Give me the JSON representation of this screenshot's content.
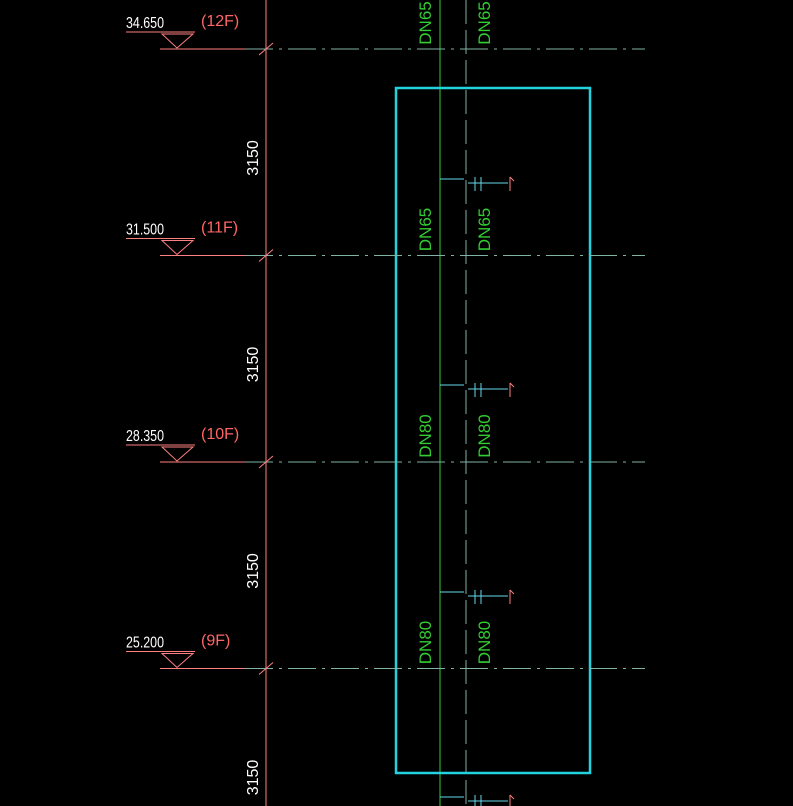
{
  "colors": {
    "background": "#000000",
    "elevation": "#ff8080",
    "floor_label": "#ff6666",
    "floor_line": "#7fb3a6",
    "pipe_line": "#33cc33",
    "pipe_text": "#33cc33",
    "selection_box": "#22d3dd",
    "branch": "#66d9e8"
  },
  "levels": [
    {
      "elevation": "34.650",
      "floor": "(12F)"
    },
    {
      "elevation": "31.500",
      "floor": "(11F)"
    },
    {
      "elevation": "28.350",
      "floor": "(10F)"
    },
    {
      "elevation": "25.200",
      "floor": "(9F)"
    }
  ],
  "dimensions": [
    "3150",
    "3150",
    "3150",
    "3150"
  ],
  "pipe_labels": [
    {
      "left": "DN65",
      "right": "DN65"
    },
    {
      "left": "DN65",
      "right": "DN65"
    },
    {
      "left": "DN80",
      "right": "DN80"
    },
    {
      "left": "DN80",
      "right": "DN80"
    }
  ]
}
